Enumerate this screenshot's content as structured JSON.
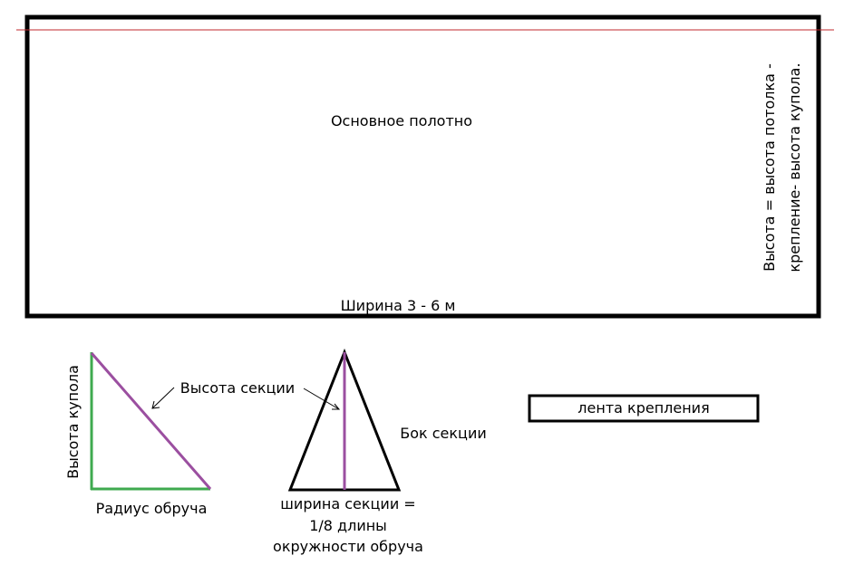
{
  "main_panel": {
    "label": "Основное полотно",
    "width_label": "Ширина 3 - 6 м",
    "height_note_line1": "Высота = высота потолка -",
    "height_note_line2": "крепление- высота купола."
  },
  "dome_triangle": {
    "vertical_label": "Высота купола",
    "base_label": "Радиус обруча",
    "hypotenuse_label": "Высота секции"
  },
  "section_triangle": {
    "side_label": "Бок секции",
    "base_label_line1": "ширина секции =",
    "base_label_line2": "1/8 длины",
    "base_label_line3": "окружности обруча"
  },
  "mount_tape": {
    "label": "лента крепления"
  },
  "colors": {
    "outline": "#000000",
    "green": "#3faa4f",
    "purple": "#9b4fa0",
    "red_line": "#c0282d"
  }
}
